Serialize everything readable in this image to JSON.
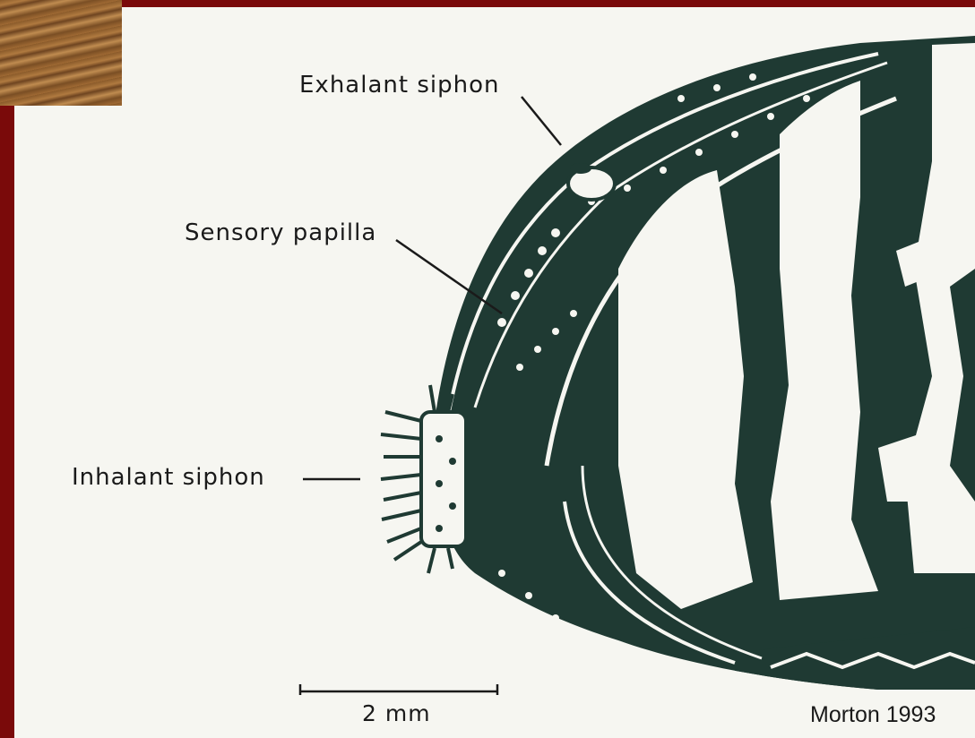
{
  "labels": {
    "exhalant_siphon": "Exhalant siphon",
    "sensory_papilla": "Sensory papilla",
    "inhalant_siphon": "Inhalant siphon"
  },
  "scale_bar": {
    "label": "2 mm"
  },
  "credit": "Morton 1993",
  "colors": {
    "frame": "#7a0a0a",
    "background": "#f6f6f1",
    "ink": "#1f3a33"
  }
}
